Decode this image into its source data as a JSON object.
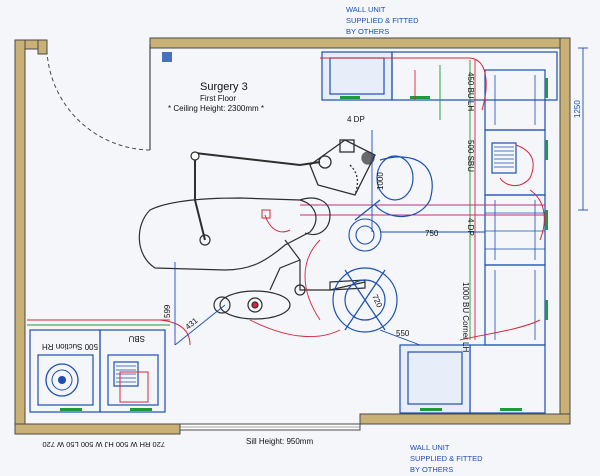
{
  "room": {
    "name": "Surgery 3",
    "floor": "First Floor",
    "ceiling": "* Ceiling Height: 2300mm *",
    "sill": "Sill Height: 950mm"
  },
  "notes": {
    "wall_unit_top": [
      "WALL UNIT",
      "SUPPLIED & FITTED",
      "BY OTHERS"
    ],
    "wall_unit_bottom": [
      "WALL UNIT",
      "SUPPLIED & FITTED",
      "BY OTHERS"
    ]
  },
  "units": {
    "bu_450": "450 BU LH",
    "sbu_500_right": "500 SBU",
    "dp_4_top": "4 DP",
    "dp_4_right": "4 DP",
    "corner_bu": "1000 BU Corner LH",
    "sbu_left": "SBU",
    "suction": "500 Suction RH",
    "wall_bottom_row": "720 RH W 500 HJ W 500 L50 W 720"
  },
  "dimensions": {
    "d1250": "1250",
    "d1000": "1000",
    "d750": "750",
    "d599": "599",
    "d431": "431",
    "d720": "720",
    "d550": "550"
  },
  "colors": {
    "wall": "#c9b074",
    "wall_stroke": "#4a4a4a",
    "cabinet": "#1d4fb3",
    "equipment": "#2e2e2e",
    "accent_red": "#d8263b",
    "accent_green": "#1f9a3a",
    "accent_magenta": "#c0307a",
    "dimension": "#1d4fb3",
    "text": "#111111"
  }
}
